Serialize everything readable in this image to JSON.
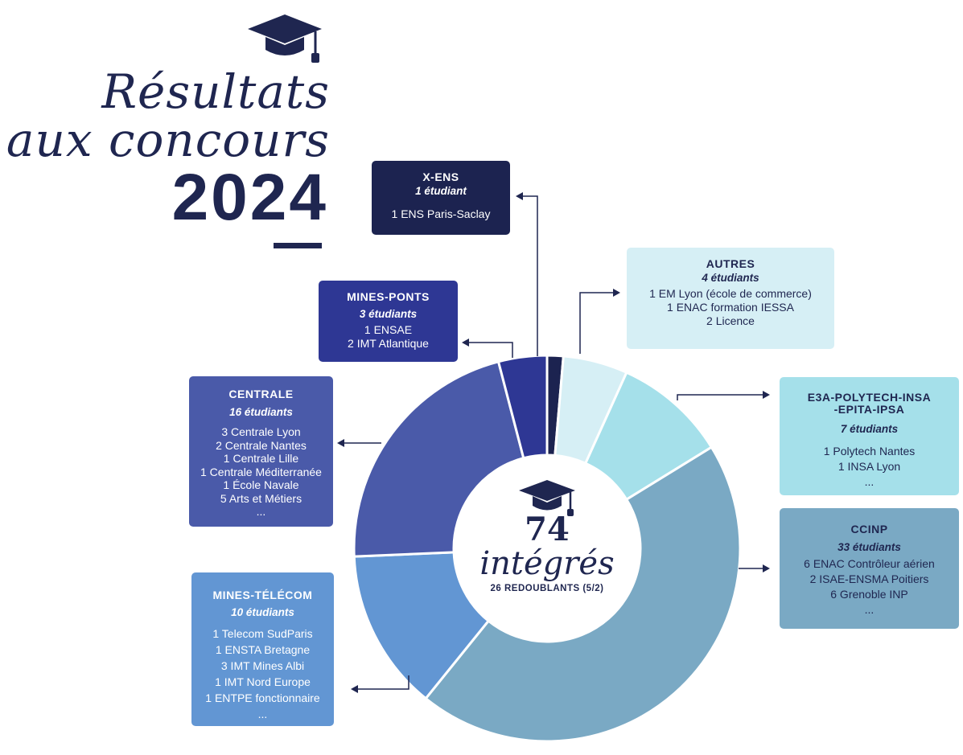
{
  "title": {
    "line1": "Résultats",
    "line2": "aux concours",
    "line3": "2024"
  },
  "center": {
    "number": "74",
    "word": "intégrés",
    "sub": "26 REDOUBLANTS (5/2)"
  },
  "colors": {
    "navy": "#1f2650",
    "x_ens": "#1c2350",
    "mines_ponts": "#2e3794",
    "centrale": "#4a5aa9",
    "mines_telecom": "#6296d3",
    "ccinp": "#7aa9c4",
    "e3a": "#a5e0ea",
    "autres": "#d6eff5"
  },
  "boxes": {
    "x_ens": {
      "title": "X-ENS",
      "sub": "1 étudiant",
      "lines": [
        "1 ENS Paris-Saclay"
      ]
    },
    "autres": {
      "title": "AUTRES",
      "sub": "4 étudiants",
      "lines": [
        "1 EM Lyon (école de commerce)",
        "1 ENAC formation IESSA",
        "2 Licence"
      ]
    },
    "mines_ponts": {
      "title": "MINES-PONTS",
      "sub": "3 étudiants",
      "lines": [
        "1 ENSAE",
        "2 IMT Atlantique"
      ]
    },
    "centrale": {
      "title": "CENTRALE",
      "sub": "16 étudiants",
      "lines": [
        "3 Centrale Lyon",
        "2 Centrale Nantes",
        "1 Centrale Lille",
        "1 Centrale Méditerranée",
        "1 École Navale",
        "5 Arts et Métiers",
        "..."
      ]
    },
    "e3a": {
      "title": "E3A-POLYTECH-INSA\n-EPITA-IPSA",
      "sub": "7 étudiants",
      "lines": [
        "1 Polytech Nantes",
        "1 INSA Lyon",
        "..."
      ]
    },
    "ccinp": {
      "title": "CCINP",
      "sub": "33 étudiants",
      "lines": [
        "6 ENAC Contrôleur aérien",
        "2 ISAE-ENSMA Poitiers",
        "6 Grenoble INP",
        "..."
      ]
    },
    "mines_telecom": {
      "title": "MINES-TÉLÉCOM",
      "sub": "10 étudiants",
      "lines": [
        "1 Telecom SudParis",
        "1 ENSTA Bretagne",
        "3 IMT Mines Albi",
        "1 IMT Nord Europe",
        "1 ENTPE fonctionnaire",
        "..."
      ]
    }
  },
  "chart_data": {
    "type": "pie",
    "variant": "donut",
    "series": [
      {
        "name": "X-ENS",
        "value": 1,
        "color": "#1c2350"
      },
      {
        "name": "AUTRES",
        "value": 4,
        "color": "#d6eff5"
      },
      {
        "name": "E3A-POLYTECH-INSA-EPITA-IPSA",
        "value": 7,
        "color": "#a5e0ea"
      },
      {
        "name": "CCINP",
        "value": 33,
        "color": "#7aa9c4"
      },
      {
        "name": "MINES-TÉLÉCOM",
        "value": 10,
        "color": "#6296d3"
      },
      {
        "name": "CENTRALE",
        "value": 16,
        "color": "#4a5aa9"
      },
      {
        "name": "MINES-PONTS",
        "value": 3,
        "color": "#2e3794"
      }
    ],
    "total": 74
  }
}
